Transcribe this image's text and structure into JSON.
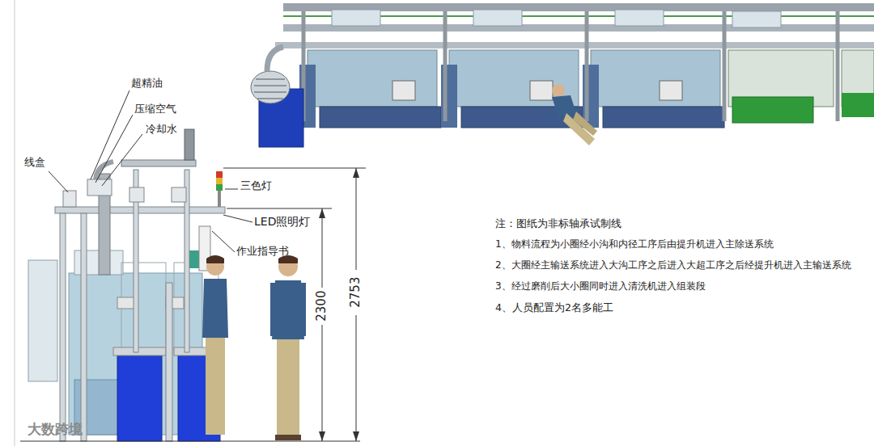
{
  "diagram": {
    "labels": [
      "超精油",
      "压缩空气",
      "冷却水",
      "线盒",
      "三色灯",
      "LED照明灯",
      "作业指导书",
      "2300",
      "2753",
      "注：图纸为非标轴承试制线",
      "1、物料流程为小圈经小沟和内径工序后由提升机进入主除送系统",
      "2、大圈经主输送系统进入大沟工序之后进入大超工序之后经提升机进入主输送系统",
      "3、经过磨削后大小圈同时进入清洗机进入组装段",
      "4、人员配置为2名多能工",
      "大数跨境"
    ]
  }
}
